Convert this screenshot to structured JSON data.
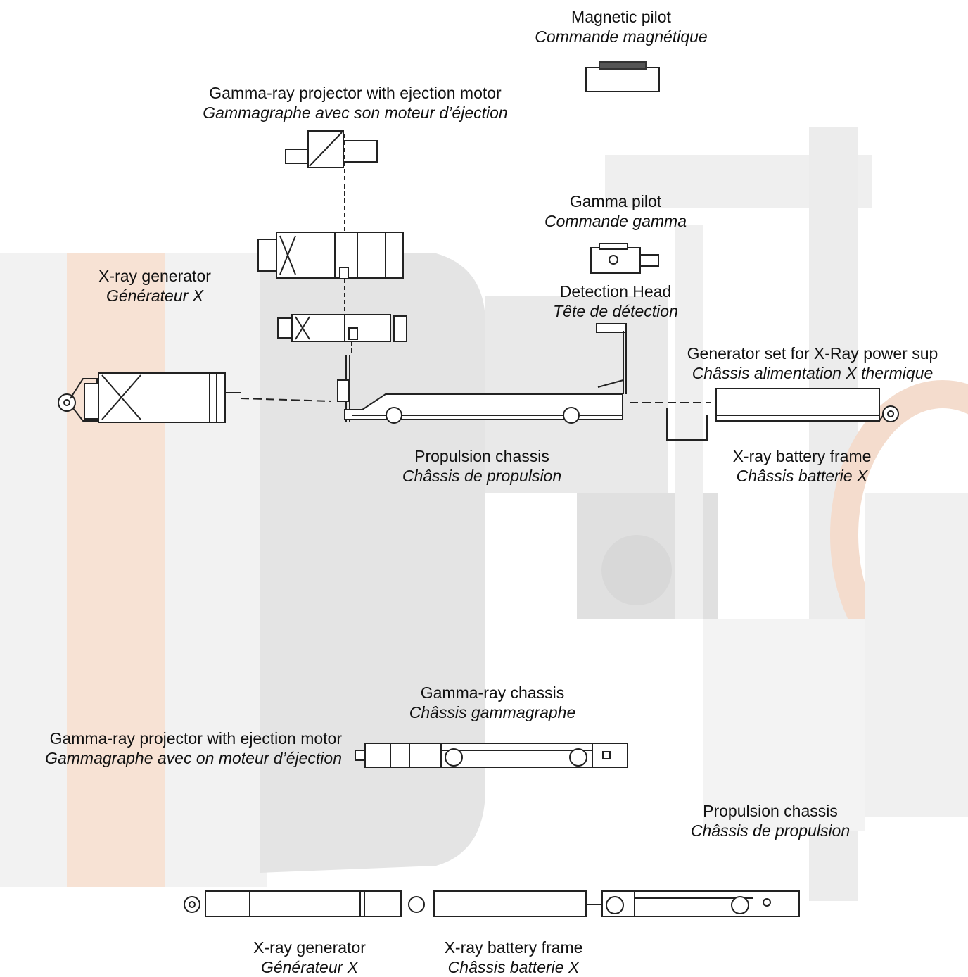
{
  "labels": {
    "magnetic_pilot": {
      "en": "Magnetic pilot",
      "fr": "Commande magnétique"
    },
    "gamma_projector_top": {
      "en": "Gamma-ray projector with ejection motor",
      "fr": "Gammagraphe avec son moteur d’éjection"
    },
    "gamma_pilot": {
      "en": "Gamma pilot",
      "fr": "Commande gamma"
    },
    "xray_generator_top": {
      "en": "X-ray generator",
      "fr": "Générateur X"
    },
    "detection_head": {
      "en": "Detection Head",
      "fr": "Tête de détection"
    },
    "generator_set": {
      "en": "Generator set for X-Ray power sup",
      "fr": "Châssis alimentation X thermique"
    },
    "propulsion_chassis_top": {
      "en": "Propulsion chassis",
      "fr": "Châssis de propulsion"
    },
    "xray_battery_top": {
      "en": "X-ray battery frame",
      "fr": "Châssis batterie X"
    },
    "gamma_chassis": {
      "en": "Gamma-ray chassis",
      "fr": "Châssis gammagraphe"
    },
    "gamma_projector_bottom": {
      "en": "Gamma-ray projector with ejection motor",
      "fr": "Gammagraphe avec on moteur d’éjection"
    },
    "propulsion_chassis_bottom": {
      "en": "Propulsion chassis",
      "fr": "Châssis de propulsion"
    },
    "xray_generator_bottom": {
      "en": "X-ray generator",
      "fr": "Générateur X"
    },
    "xray_battery_bottom": {
      "en": "X-ray battery frame",
      "fr": "Châssis batterie X"
    }
  },
  "colors": {
    "background_photo_gray": "#ececec",
    "background_photo_dark": "#d6d6d6",
    "orange_band": "#f6dccb",
    "line_drawing": "#222222"
  }
}
